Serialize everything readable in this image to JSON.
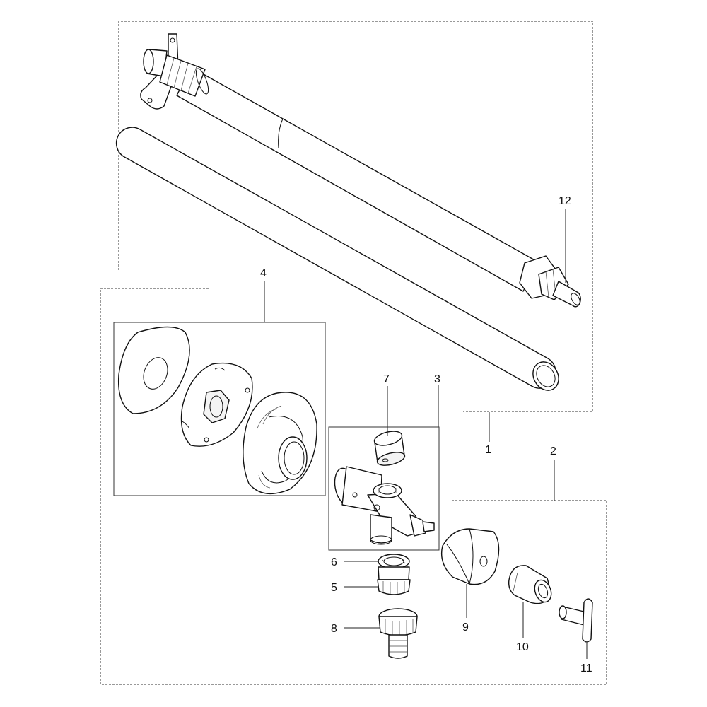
{
  "callouts": {
    "c1": "1",
    "c2": "2",
    "c3": "3",
    "c4": "4",
    "c5": "5",
    "c6": "6",
    "c7": "7",
    "c8": "8",
    "c9": "9",
    "c10": "10",
    "c11": "11",
    "c12": "12"
  },
  "colors": {
    "line": "#111111",
    "frame": "#333333",
    "background": "#ffffff"
  }
}
